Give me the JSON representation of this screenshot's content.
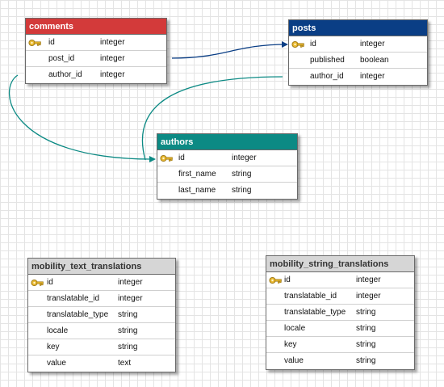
{
  "tables": {
    "comments": {
      "title": "comments",
      "color": "#d33a3a",
      "columns": [
        {
          "name": "id",
          "type": "integer",
          "key": true
        },
        {
          "name": "post_id",
          "type": "integer"
        },
        {
          "name": "author_id",
          "type": "integer"
        }
      ]
    },
    "posts": {
      "title": "posts",
      "color": "#0a3e85",
      "columns": [
        {
          "name": "id",
          "type": "integer",
          "key": true
        },
        {
          "name": "published",
          "type": "boolean"
        },
        {
          "name": "author_id",
          "type": "integer"
        }
      ]
    },
    "authors": {
      "title": "authors",
      "color": "#0c8a84",
      "columns": [
        {
          "name": "id",
          "type": "integer",
          "key": true
        },
        {
          "name": "first_name",
          "type": "string"
        },
        {
          "name": "last_name",
          "type": "string"
        }
      ]
    },
    "mobility_text_translations": {
      "title": "mobility_text_translations",
      "columns": [
        {
          "name": "id",
          "type": "integer",
          "key": true
        },
        {
          "name": "translatable_id",
          "type": "integer"
        },
        {
          "name": "translatable_type",
          "type": "string"
        },
        {
          "name": "locale",
          "type": "string"
        },
        {
          "name": "key",
          "type": "string"
        },
        {
          "name": "value",
          "type": "text"
        }
      ]
    },
    "mobility_string_translations": {
      "title": "mobility_string_translations",
      "columns": [
        {
          "name": "id",
          "type": "integer",
          "key": true
        },
        {
          "name": "translatable_id",
          "type": "integer"
        },
        {
          "name": "translatable_type",
          "type": "string"
        },
        {
          "name": "locale",
          "type": "string"
        },
        {
          "name": "key",
          "type": "string"
        },
        {
          "name": "value",
          "type": "string"
        }
      ]
    }
  },
  "relations": [
    {
      "from": "comments.post_id",
      "to": "posts.id",
      "color": "#0a3e85"
    },
    {
      "from": "comments.author_id",
      "to": "authors.id",
      "color": "#0c8a84"
    },
    {
      "from": "posts.author_id",
      "to": "authors.id",
      "color": "#0c8a84"
    }
  ],
  "icons": {
    "primary_key": "key-icon"
  }
}
